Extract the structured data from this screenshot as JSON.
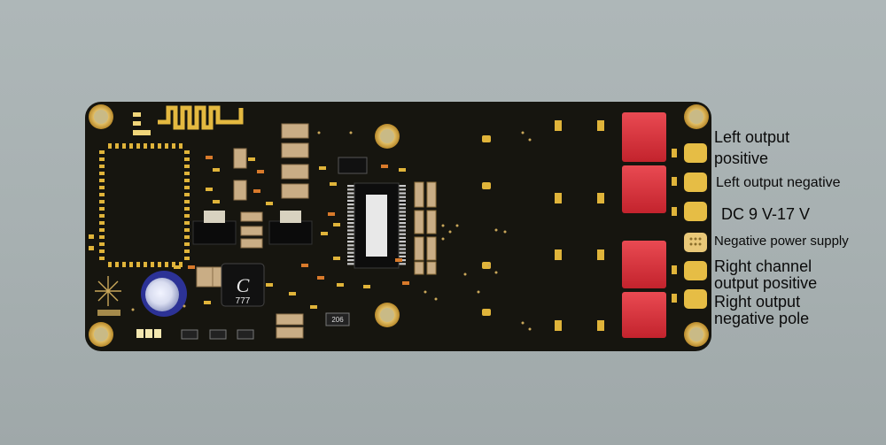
{
  "board": {
    "inductor_letter": "C",
    "inductor_code": "777",
    "chip_code": "206"
  },
  "labels": {
    "left_output_positive_1": "Left  output",
    "left_output_positive_2": "positive",
    "left_output_negative": "Left  output negative",
    "dc_supply": "DC 9 V-17 V",
    "negative_power_supply": "Negative power supply",
    "right_channel_positive_1": "Right channel",
    "right_channel_positive_2": "output positive",
    "right_output_negative_1": "Right  output",
    "right_output_negative_2": "negative pole"
  },
  "colors": {
    "pcb": "#16150f",
    "gold": "#e0b43a",
    "red_capacitor": "#d6303a",
    "background": "#a9b2b3"
  }
}
